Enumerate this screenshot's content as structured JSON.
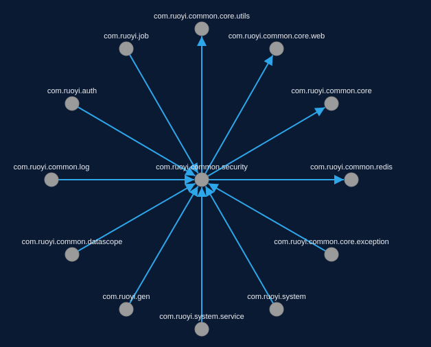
{
  "graph": {
    "center": {
      "id": "security",
      "label": "com.ruoyi.common.security"
    },
    "nodes": [
      {
        "id": "utils",
        "label": "com.ruoyi.common.core.utils"
      },
      {
        "id": "web",
        "label": "com.ruoyi.common.core.web"
      },
      {
        "id": "core",
        "label": "com.ruoyi.common.core"
      },
      {
        "id": "redis",
        "label": "com.ruoyi.common.redis"
      },
      {
        "id": "exception",
        "label": "com.ruoyi.common.core.exception"
      },
      {
        "id": "system",
        "label": "com.ruoyi.system"
      },
      {
        "id": "system_service",
        "label": "com.ruoyi.system.service"
      },
      {
        "id": "gen",
        "label": "com.ruoyi.gen"
      },
      {
        "id": "datascope",
        "label": "com.ruoyi.common.datascope"
      },
      {
        "id": "log",
        "label": "com.ruoyi.common.log"
      },
      {
        "id": "auth",
        "label": "com.ruoyi.auth"
      },
      {
        "id": "job",
        "label": "com.ruoyi.job"
      }
    ],
    "edges": [
      {
        "from": "security",
        "to": "utils"
      },
      {
        "from": "security",
        "to": "web"
      },
      {
        "from": "security",
        "to": "core"
      },
      {
        "from": "security",
        "to": "redis"
      },
      {
        "from": "exception",
        "to": "security"
      },
      {
        "from": "system",
        "to": "security"
      },
      {
        "from": "system_service",
        "to": "security"
      },
      {
        "from": "gen",
        "to": "security"
      },
      {
        "from": "datascope",
        "to": "security"
      },
      {
        "from": "log",
        "to": "security"
      },
      {
        "from": "auth",
        "to": "security"
      },
      {
        "from": "job",
        "to": "security"
      }
    ],
    "colors": {
      "background": "#0b1a33",
      "edge": "#2ea6ea",
      "node": "#9b9b9b",
      "label": "#e6e8ec"
    }
  }
}
